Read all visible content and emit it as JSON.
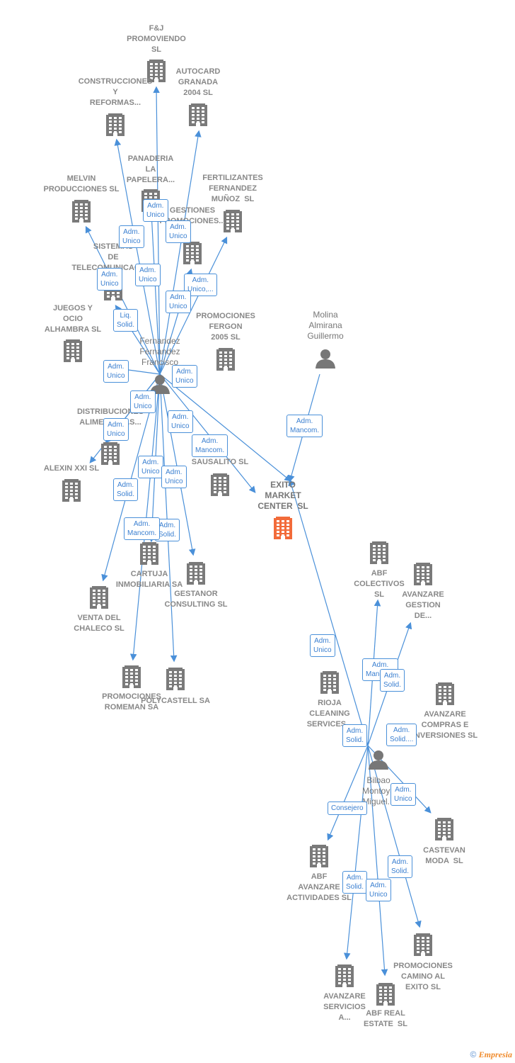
{
  "colors": {
    "edge": "#4a90d9",
    "company": "#7a7a7a",
    "main_company": "#f26b3a",
    "person": "#777777"
  },
  "nodes": [
    {
      "id": "fj",
      "type": "company",
      "label": "F&J\nPROMOVIENDO\nSL"
    },
    {
      "id": "autocad",
      "type": "company",
      "label": "AUTOCARD\nGRANADA\n2004 SL"
    },
    {
      "id": "construcciones",
      "type": "company",
      "label": "CONSTRUCCIONES\nY\nREFORMAS..."
    },
    {
      "id": "panaderia",
      "type": "company",
      "label": "PANADERIA\nLA\nPAPELERA..."
    },
    {
      "id": "fertilizantes",
      "type": "company",
      "label": "FERTILIZANTES\nFERNANDEZ\nMUÑOZ  SL"
    },
    {
      "id": "melvin",
      "type": "company",
      "label": "MELVIN\nPRODUCCIONES SL"
    },
    {
      "id": "gestiones",
      "type": "company",
      "label": "GESTIONES\nPROMOCIONES..."
    },
    {
      "id": "sistemas",
      "type": "company",
      "label": "SISTEMAS\nDE\nTELECOMUNICACIO..."
    },
    {
      "id": "juegos",
      "type": "company",
      "label": "JUEGOS Y\nOCIO\nALHAMBRA SL"
    },
    {
      "id": "fergon",
      "type": "company",
      "label": "PROMOCIONES\nFERGON\n2005 SL"
    },
    {
      "id": "fernandez",
      "type": "person",
      "label": "Fernandez\nFernandez\nFrancisco"
    },
    {
      "id": "molina",
      "type": "person",
      "label": "Molina\nAlmirana\nGuillermo"
    },
    {
      "id": "distribuciones",
      "type": "company",
      "label": "DISTRIBUCIONES\nALIMENTICIAS..."
    },
    {
      "id": "alexin",
      "type": "company",
      "label": "ALEXIN XXI SL"
    },
    {
      "id": "sausalito",
      "type": "company",
      "label": "SAUSALITO SL"
    },
    {
      "id": "exito",
      "type": "main",
      "label": "EXITO\nMARKET\nCENTER  SL"
    },
    {
      "id": "cartuja",
      "type": "company",
      "label": "CARTUJA\nINMOBILIARIA SA"
    },
    {
      "id": "gestanor",
      "type": "company",
      "label": "GESTANOR\nCONSULTING SL"
    },
    {
      "id": "venta",
      "type": "company",
      "label": "VENTA DEL\nCHALECO SL"
    },
    {
      "id": "romeman",
      "type": "company",
      "label": "PROMOCIONES\nROMEMAN SA"
    },
    {
      "id": "polycastell",
      "type": "company",
      "label": "POLYCASTELL SA"
    },
    {
      "id": "abfcolectivos",
      "type": "company",
      "label": "ABF\nCOLECTIVOS\nSL"
    },
    {
      "id": "avanzaregestion",
      "type": "company",
      "label": "AVANZARE\nGESTION\nDE..."
    },
    {
      "id": "rioja",
      "type": "company",
      "label": "RIOJA\nCLEANING\nSERVICES..."
    },
    {
      "id": "avanzarecompras",
      "type": "company",
      "label": "AVANZARE\nCOMPRAS E\nINVERSIONES SL"
    },
    {
      "id": "bilbao",
      "type": "person",
      "label": "Bilbao\nMontoya\nMiguel..."
    },
    {
      "id": "castevan",
      "type": "company",
      "label": "CASTEVAN\nMODA  SL"
    },
    {
      "id": "abfavanzare",
      "type": "company",
      "label": "ABF\nAVANZARE\nACTIVIDADES SL"
    },
    {
      "id": "caminoexito",
      "type": "company",
      "label": "PROMOCIONES\nCAMINO AL\nEXITO SL"
    },
    {
      "id": "avanzareservicios",
      "type": "company",
      "label": "AVANZARE\nSERVICIOS\nA..."
    },
    {
      "id": "abfreal",
      "type": "company",
      "label": "ABF REAL\nESTATE  SL"
    }
  ],
  "edges": [
    {
      "from": "fernandez",
      "to": "fj"
    },
    {
      "from": "fernandez",
      "to": "autocad"
    },
    {
      "from": "fernandez",
      "to": "construcciones"
    },
    {
      "from": "fernandez",
      "to": "panaderia"
    },
    {
      "from": "fernandez",
      "to": "fertilizantes"
    },
    {
      "from": "fernandez",
      "to": "melvin"
    },
    {
      "from": "fernandez",
      "to": "gestiones"
    },
    {
      "from": "fernandez",
      "to": "sistemas"
    },
    {
      "from": "fernandez",
      "to": "juegos"
    },
    {
      "from": "fernandez",
      "to": "distribuciones"
    },
    {
      "from": "fernandez",
      "to": "alexin"
    },
    {
      "from": "fernandez",
      "to": "sausalito"
    },
    {
      "from": "fernandez",
      "to": "exito"
    },
    {
      "from": "fernandez",
      "to": "cartuja"
    },
    {
      "from": "fernandez",
      "to": "gestanor"
    },
    {
      "from": "fernandez",
      "to": "venta"
    },
    {
      "from": "fernandez",
      "to": "romeman"
    },
    {
      "from": "fernandez",
      "to": "polycastell"
    },
    {
      "from": "molina",
      "to": "exito"
    },
    {
      "from": "bilbao",
      "to": "exito"
    },
    {
      "from": "bilbao",
      "to": "abfcolectivos"
    },
    {
      "from": "bilbao",
      "to": "avanzaregestion"
    },
    {
      "from": "bilbao",
      "to": "castevan"
    },
    {
      "from": "bilbao",
      "to": "abfavanzare"
    },
    {
      "from": "bilbao",
      "to": "caminoexito"
    },
    {
      "from": "bilbao",
      "to": "avanzareservicios"
    },
    {
      "from": "bilbao",
      "to": "abfreal"
    }
  ],
  "edge_labels": [
    {
      "id": "e1",
      "text": "Adm.\nUnico"
    },
    {
      "id": "e2",
      "text": "Adm.\nUnico"
    },
    {
      "id": "e3",
      "text": "Adm.\nUnico"
    },
    {
      "id": "e4",
      "text": "Adm.\nUnico"
    },
    {
      "id": "e5",
      "text": "Adm.\nUnico,..."
    },
    {
      "id": "e6",
      "text": "Adm.\nUnico"
    },
    {
      "id": "e7",
      "text": "Adm.\nUnico"
    },
    {
      "id": "e8",
      "text": "Liq.\nSolid."
    },
    {
      "id": "e9",
      "text": "Adm.\nUnico"
    },
    {
      "id": "e10",
      "text": "Adm.\nUnico"
    },
    {
      "id": "e11",
      "text": "Adm.\nUnico"
    },
    {
      "id": "e12",
      "text": "Adm.\nUnico"
    },
    {
      "id": "e13",
      "text": "Adm.\nUnico"
    },
    {
      "id": "e14",
      "text": "Adm.\nMancom."
    },
    {
      "id": "e15",
      "text": "Adm.\nUnico"
    },
    {
      "id": "e16",
      "text": "Adm.\nUnico"
    },
    {
      "id": "e17",
      "text": "Adm.\nSolid."
    },
    {
      "id": "e18",
      "text": "Adm.\nSolid."
    },
    {
      "id": "e19",
      "text": "Adm.\nMancom."
    },
    {
      "id": "e20",
      "text": "Adm.\nMancom."
    },
    {
      "id": "e21",
      "text": "Adm.\nUnico"
    },
    {
      "id": "e22",
      "text": "Adm.\nMancom."
    },
    {
      "id": "e23",
      "text": "Adm.\nSolid."
    },
    {
      "id": "e24",
      "text": "Adm.\nSolid."
    },
    {
      "id": "e25",
      "text": "Adm.\nSolid...."
    },
    {
      "id": "e26",
      "text": "Adm.\nUnico"
    },
    {
      "id": "e27",
      "text": "Consejero"
    },
    {
      "id": "e28",
      "text": "Adm.\nSolid."
    },
    {
      "id": "e29",
      "text": "Adm.\nUnico"
    },
    {
      "id": "e30",
      "text": "Adm.\nSolid."
    },
    {
      "id": "e31",
      "text": "Adm.\nSolid."
    }
  ],
  "footer": {
    "symbol": "©",
    "brand": "Empresia"
  }
}
